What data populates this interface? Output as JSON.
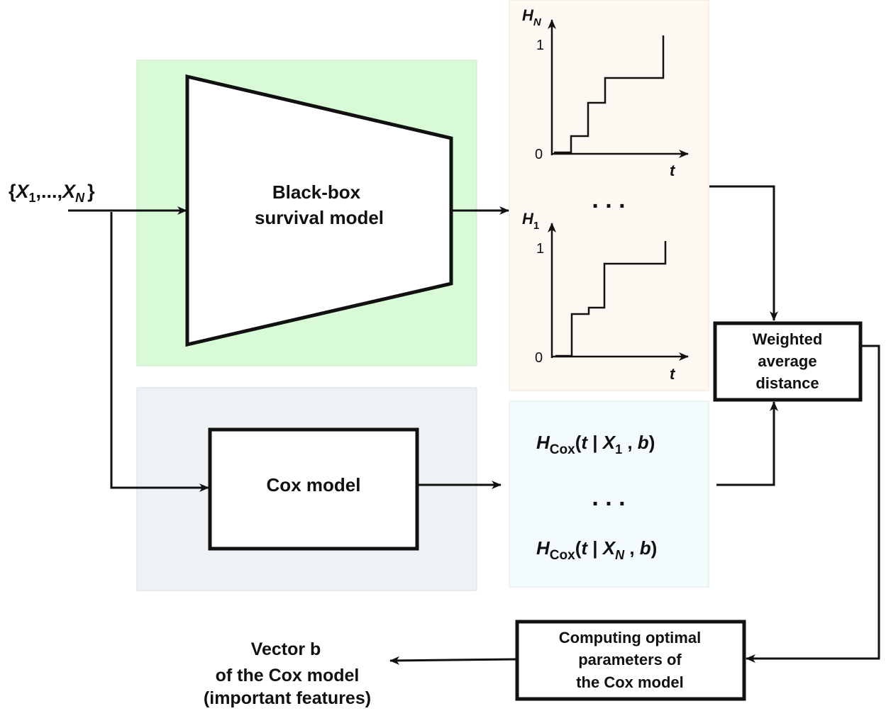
{
  "input": {
    "open": "{",
    "x1": "X",
    "x1_sub": "1",
    "middle": ",...,",
    "xn": "X",
    "xn_sub": "N",
    "close": "}"
  },
  "black_box": {
    "line1": "Black-box",
    "line2": "survival model"
  },
  "cox_model": {
    "label": "Cox model"
  },
  "plot_top": {
    "y_label": "H",
    "y_sub": "N",
    "x_label": "t",
    "tick_one": "1",
    "tick_zero": "0"
  },
  "plot_bottom": {
    "y_label": "H",
    "y_sub": "1",
    "x_label": "t",
    "tick_one": "1",
    "tick_zero": "0"
  },
  "ellipsis_plots": ". . .",
  "cox_outputs": {
    "first": {
      "h": "H",
      "sub": "Cox",
      "open": "(",
      "t": "t",
      "bar": " | ",
      "x": "X",
      "xsub": "1",
      "sep": " , ",
      "b": "b",
      "close": ")"
    },
    "ellipsis": ". . .",
    "last": {
      "h": "H",
      "sub": "Cox",
      "open": "(",
      "t": "t",
      "bar": " | ",
      "x": "X",
      "xsub": "N",
      "sep": " , ",
      "b": "b",
      "close": ")"
    }
  },
  "weighted": {
    "line1": "Weighted",
    "line2": "average",
    "line3": "distance"
  },
  "computing": {
    "line1": "Computing optimal",
    "line2": "parameters of",
    "line3": "the Cox model"
  },
  "vector": {
    "line1": "Vector b",
    "line2": "of the Cox model",
    "line3": "(important features)"
  },
  "colors": {
    "green_panel": "#d9fad7",
    "gray_panel": "#eff2f4",
    "cream_panel": "#fdf8f1",
    "blue_panel": "#f3fbfd",
    "stroke": "#111111"
  }
}
